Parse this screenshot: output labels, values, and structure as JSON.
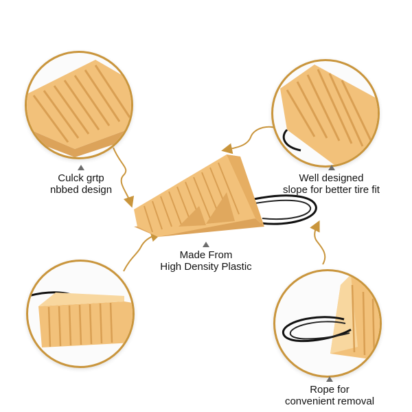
{
  "labels": {
    "top_left": {
      "line1": "Culck grtp",
      "line2": "nbbed design"
    },
    "top_right": {
      "line1": "Well designed",
      "line2": "slope for better tire fit"
    },
    "center": {
      "line1": "Made From",
      "line2": "High Density Plastic"
    },
    "bottom_right": {
      "line1": "Rope for",
      "line2": "convenient removal"
    }
  },
  "colors": {
    "plastic": "#f2c17a",
    "plastic_shadow": "#dca35a",
    "plastic_light": "#f8d79f",
    "accent_gold": "#c9953c",
    "rope": "#111111",
    "marker": "#6d6d6d"
  },
  "icons": [
    "triangle-marker-icon",
    "curved-arrow-icon"
  ]
}
